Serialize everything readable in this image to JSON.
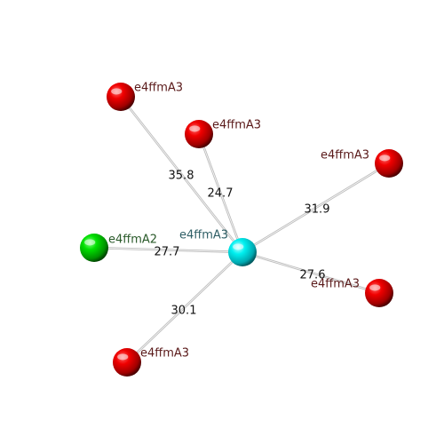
{
  "colors": {
    "background": "#ffffff",
    "edge": "#c8c8c8",
    "center_label": "#2f5f66",
    "red_label": "#5a1a1a",
    "green_label": "#2a5a2a"
  },
  "center": {
    "label": "e4ffmA3",
    "color": "cyan"
  },
  "neighbors": [
    {
      "id": "n1",
      "label": "e4ffmA3",
      "color": "red",
      "distance": "35.8"
    },
    {
      "id": "n2",
      "label": "e4ffmA3",
      "color": "red",
      "distance": "24.7"
    },
    {
      "id": "n3",
      "label": "e4ffmA3",
      "color": "red",
      "distance": "31.9"
    },
    {
      "id": "n4",
      "label": "e4ffmA2",
      "color": "green",
      "distance": "27.7"
    },
    {
      "id": "n5",
      "label": "e4ffmA3",
      "color": "red",
      "distance": "27.6"
    },
    {
      "id": "n6",
      "label": "e4ffmA3",
      "color": "red",
      "distance": "30.1"
    }
  ]
}
